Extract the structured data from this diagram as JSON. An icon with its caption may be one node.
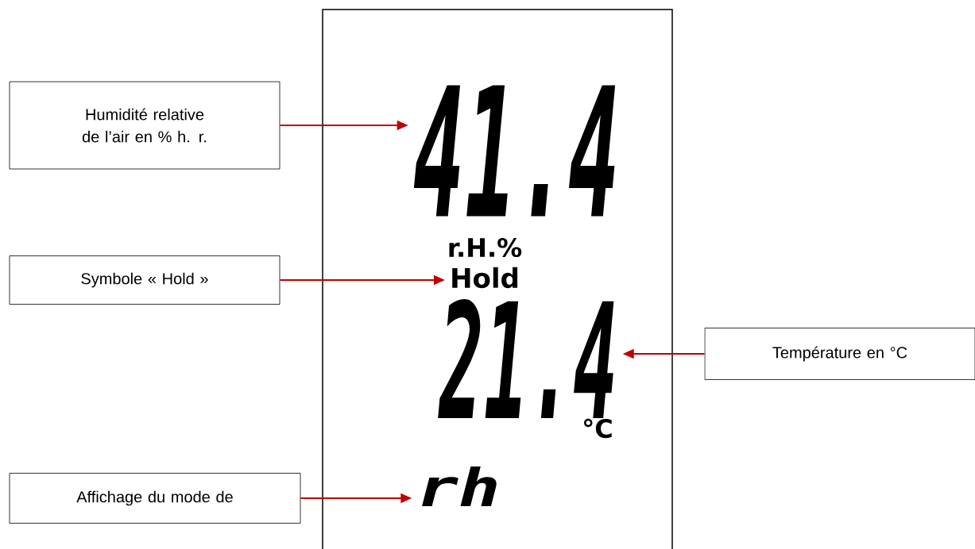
{
  "diagram": {
    "nodes": [
      {
        "text": [
          "Humidité relative de l’air en % h. r."
        ]
      },
      {
        "text": [
          "41.4"
        ]
      },
      {
        "text": [
          "Symbole « Hold »"
        ]
      },
      {
        "text": [
          "Hold"
        ]
      },
      {
        "text": [
          "Température en °C"
        ]
      },
      {
        "text": [
          "21.4"
        ]
      },
      {
        "text": [
          "Affichage du mode de"
        ]
      },
      {
        "text": [
          "rh"
        ]
      }
    ],
    "edges": [
      {
        "from": 0,
        "to": 1,
        "arrow": "to"
      },
      {
        "from": 2,
        "to": 3,
        "arrow": "to"
      },
      {
        "from": 4,
        "to": 5,
        "arrow": "to"
      },
      {
        "from": 6,
        "to": 7,
        "arrow": "to"
      }
    ],
    "labels": [
      "r.H.%",
      "°C"
    ]
  }
}
